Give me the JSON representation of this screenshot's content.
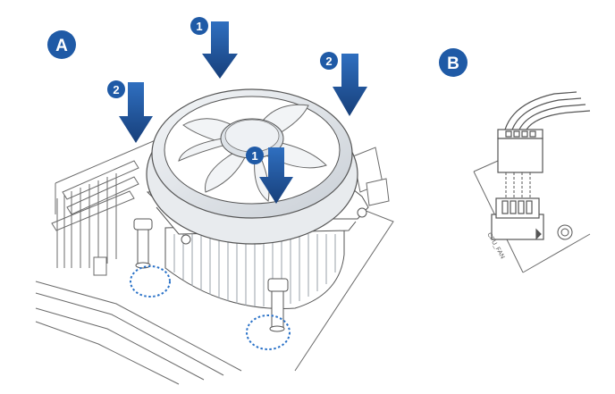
{
  "panels": {
    "a": {
      "label": "A"
    },
    "b": {
      "label": "B"
    }
  },
  "steps": {
    "push_front": "1",
    "push_center": "1",
    "push_left": "2",
    "push_right": "2"
  },
  "connector_label": "CPU_FAN",
  "colors": {
    "accent": "#1f5aa6",
    "line": "#555555",
    "highlight": "#2a72c8"
  }
}
